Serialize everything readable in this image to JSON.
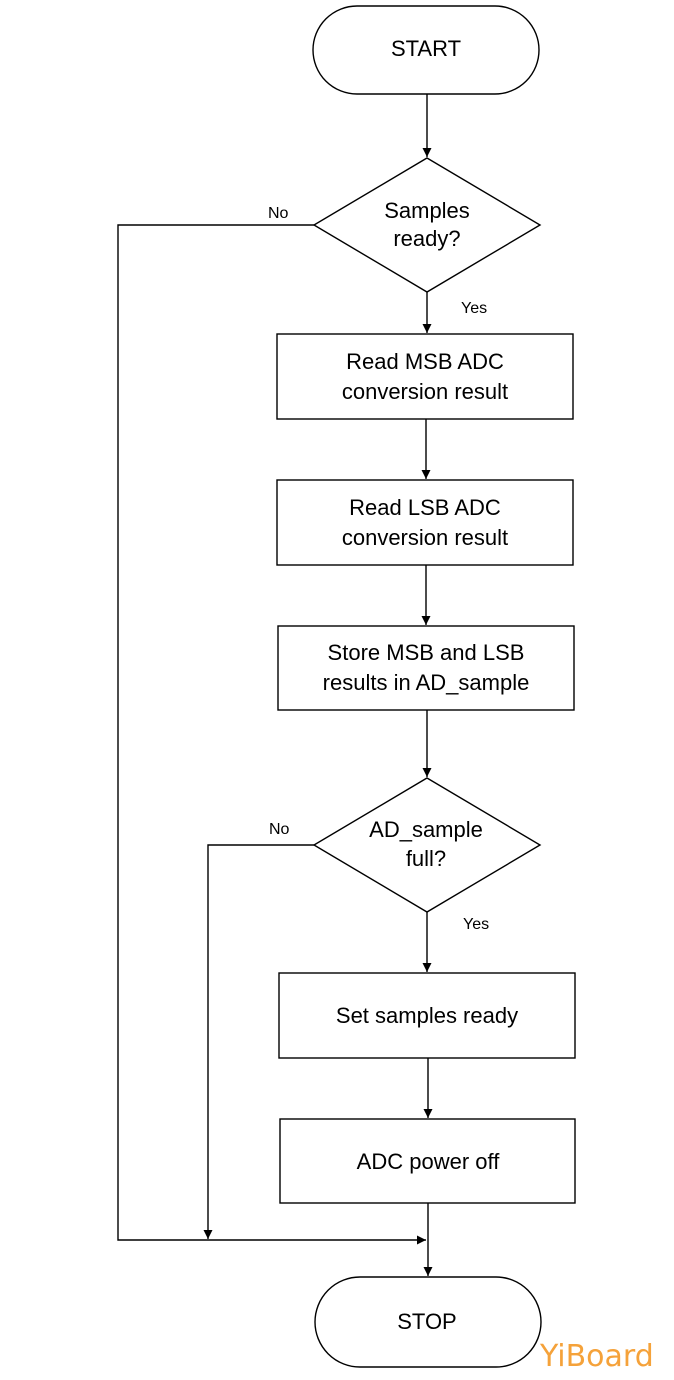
{
  "flowchart": {
    "start": {
      "label": "START"
    },
    "samples_ready": {
      "line1": "Samples",
      "line2": "ready?"
    },
    "read_msb": {
      "line1": "Read MSB ADC",
      "line2": "conversion result"
    },
    "read_lsb": {
      "line1": "Read LSB ADC",
      "line2": "conversion result"
    },
    "store": {
      "line1": "Store MSB and LSB",
      "line2": "results in AD_sample"
    },
    "ad_sample_full": {
      "line1": "AD_sample",
      "line2": "full?"
    },
    "set_ready": {
      "label": "Set samples ready"
    },
    "power_off": {
      "label": "ADC power off"
    },
    "stop": {
      "label": "STOP"
    },
    "edges": {
      "samples_no": "No",
      "samples_yes": "Yes",
      "full_no": "No",
      "full_yes": "Yes"
    }
  },
  "watermark": {
    "text": "YiBoard",
    "color": "#f5a23a"
  }
}
